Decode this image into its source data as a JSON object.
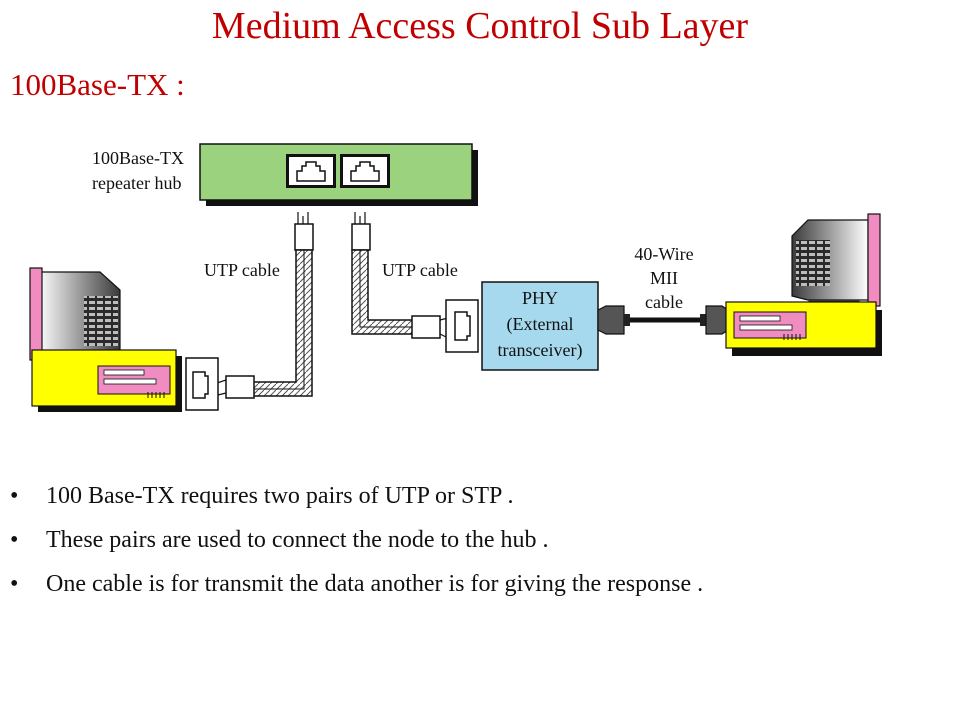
{
  "header": {
    "title": "Medium Access Control Sub Layer",
    "subtitle": "100Base-TX :"
  },
  "diagram": {
    "hub_label_line1": "100Base-TX",
    "hub_label_line2": "repeater hub",
    "utp_left_label": "UTP cable",
    "utp_right_label": "UTP cable",
    "phy_line1": "PHY",
    "phy_line2": "(External",
    "phy_line3": "transceiver)",
    "mii_line1": "40-Wire",
    "mii_line2": "MII",
    "mii_line3": "cable",
    "colors": {
      "hub": "#9ad27e",
      "phy": "#a6d8ee",
      "computer_body": "#ffff00",
      "monitor_accent": "#f08cc0",
      "title_red": "#c00000"
    }
  },
  "bullets": [
    "100 Base-TX requires two pairs of UTP or STP .",
    "These pairs are used to connect the node to the hub .",
    "One cable is for transmit the data another is for giving the response ."
  ]
}
